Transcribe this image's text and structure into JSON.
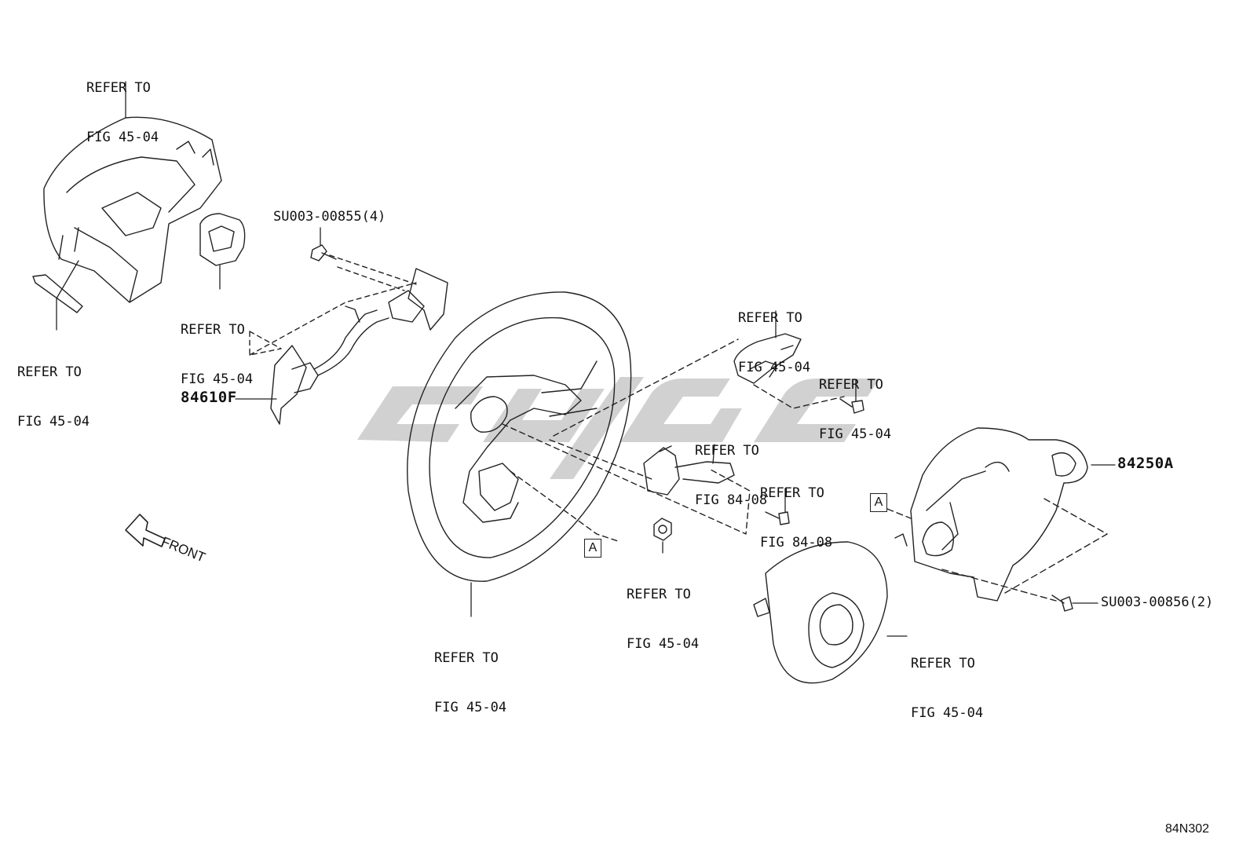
{
  "diagram": {
    "code": "84N302",
    "direction_label": "FRONT",
    "section_marker": "A",
    "labels": {
      "cover_top": [
        "REFER TO",
        "FIG 45-04"
      ],
      "cover_bottom": [
        "REFER TO",
        "FIG 45-04"
      ],
      "pad_switch": [
        "REFER TO",
        "FIG 45-04"
      ],
      "screw_right_top": [
        "REFER TO",
        "FIG 45-04"
      ],
      "cover_right_top": [
        "REFER TO",
        "FIG 45-04"
      ],
      "switch_mid": [
        "REFER TO",
        "FIG 84-08"
      ],
      "screw_mid": [
        "REFER TO",
        "FIG 84-08"
      ],
      "nut": [
        "REFER TO",
        "FIG 45-04"
      ],
      "wheel": [
        "REFER TO",
        "FIG 45-04"
      ],
      "airbag": [
        "REFER TO",
        "FIG 45-04"
      ]
    },
    "parts": {
      "screw_set_top": "SU003-00855(4)",
      "screw_set_right": "SU003-00856(2)",
      "paddle_switch": "84610F",
      "spiral_cable": "84250A"
    }
  }
}
